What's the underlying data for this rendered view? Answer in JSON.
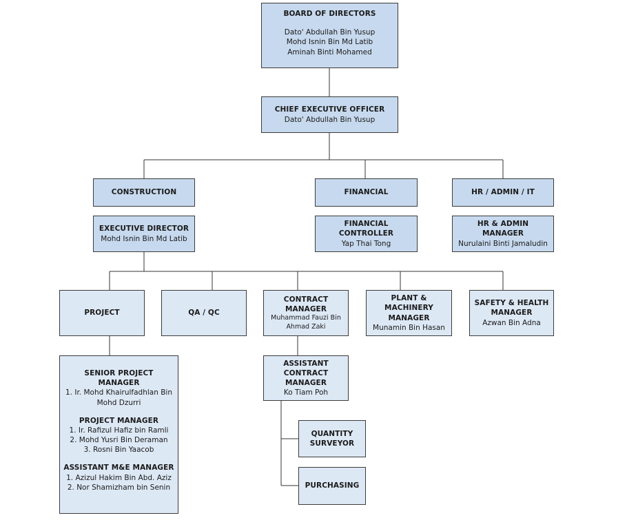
{
  "board": {
    "title": "BOARD OF DIRECTORS",
    "members": [
      "Dato' Abdullah Bin Yusup",
      "Mohd Isnin Bin Md Latib",
      "Aminah Binti Mohamed"
    ]
  },
  "ceo": {
    "title": "CHIEF EXECUTIVE OFFICER",
    "name": "Dato' Abdullah Bin Yusup"
  },
  "construction": {
    "title": "CONSTRUCTION"
  },
  "financial": {
    "title": "FINANCIAL"
  },
  "hr_admin_it": {
    "title": "HR / ADMIN / IT"
  },
  "executive_director": {
    "title": "EXECUTIVE DIRECTOR",
    "name": "Mohd Isnin Bin Md Latib"
  },
  "financial_controller": {
    "title": "FINANCIAL CONTROLLER",
    "name": "Yap Thai Tong"
  },
  "hr_admin_manager": {
    "title": "HR & ADMIN MANAGER",
    "name": "Nurulaini Binti Jamaludin"
  },
  "project": {
    "title": "PROJECT"
  },
  "qa_qc": {
    "title": "QA / QC"
  },
  "contract_manager": {
    "title_line1": "CONTRACT",
    "title_line2": "MANAGER",
    "name_line1": "Muhammad Fauzi Bin",
    "name_line2": "Ahmad Zaki"
  },
  "plant_machinery": {
    "title_line1": "PLANT & MACHINERY",
    "title_line2": "MANAGER",
    "name": "Munamin Bin Hasan"
  },
  "safety_health": {
    "title_line1": "SAFETY & HEALTH",
    "title_line2": "MANAGER",
    "name": "Azwan Bin Adna"
  },
  "project_team": {
    "senior_title": "SENIOR PROJECT MANAGER",
    "senior_members": [
      "1. Ir. Mohd Khairulfadhlan Bin",
      "Mohd Dzurri"
    ],
    "pm_title": "PROJECT MANAGER",
    "pm_members": [
      "1. Ir. Rafizul Hafiz bin Ramli",
      "2. Mohd Yusri Bin Deraman",
      "3. Rosni Bin Yaacob"
    ],
    "asst_title": "ASSISTANT M&E MANAGER",
    "asst_members": [
      "1. Azizul Hakim Bin Abd. Aziz",
      "2. Nor Shamizham bin Senin"
    ]
  },
  "assistant_contract_manager": {
    "title_line1": "ASSISTANT CONTRACT",
    "title_line2": "MANAGER",
    "name": "Ko Tiam Poh"
  },
  "quantity_surveyor": {
    "title_line1": "QUANTITY",
    "title_line2": "SURVEYOR"
  },
  "purchasing": {
    "title": "PURCHASING"
  }
}
